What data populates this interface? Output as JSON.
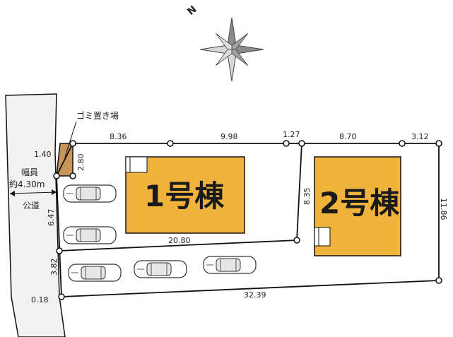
{
  "north": {
    "label": "N"
  },
  "road": {
    "label": "公道",
    "width_label_1": "幅員",
    "width_label_2": "約4.30m"
  },
  "garbage": {
    "label": "ゴミ置き場",
    "dim_w": "1.40",
    "dim_h": "2.80"
  },
  "buildings": {
    "b1": "1号棟",
    "b2": "2号棟"
  },
  "dims": {
    "top1": "8.36",
    "top2": "9.98",
    "top3": "1.27",
    "top4": "8.70",
    "top5": "3.12",
    "left_mid": "6.47",
    "left_low": "3.82",
    "left_bottom": "0.18",
    "right_side": "11.86",
    "inner_side": "8.35",
    "lot1_bottom": "20.80",
    "bottom": "32.39"
  },
  "colors": {
    "building": "#f0b43c",
    "garbage": "#c8955a",
    "road": "#f2f2f2",
    "outline": "#111111"
  },
  "cars": {
    "lot1_count": 2,
    "driveway_count": 3
  }
}
